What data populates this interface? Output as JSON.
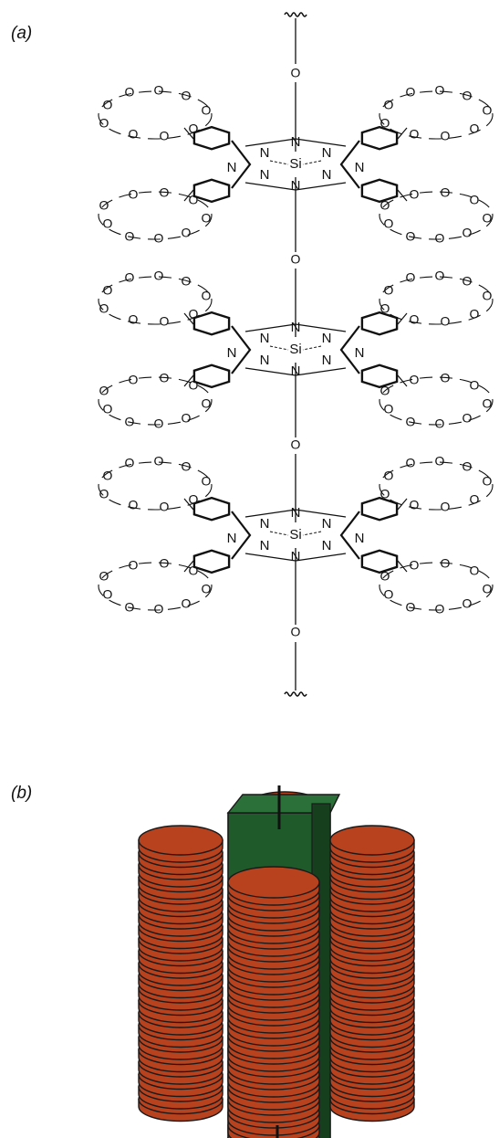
{
  "labels": {
    "a": "(a)",
    "b": "(b)"
  },
  "atoms": {
    "si": "Si",
    "n": "N",
    "o": "O"
  },
  "colors": {
    "disk": "#b8421e",
    "disk_edge": "#1a1a1a",
    "core": "#1f5a2a",
    "line": "#111111"
  },
  "figure_a": {
    "units": 3
  },
  "figure_b": {
    "columns": 4
  }
}
